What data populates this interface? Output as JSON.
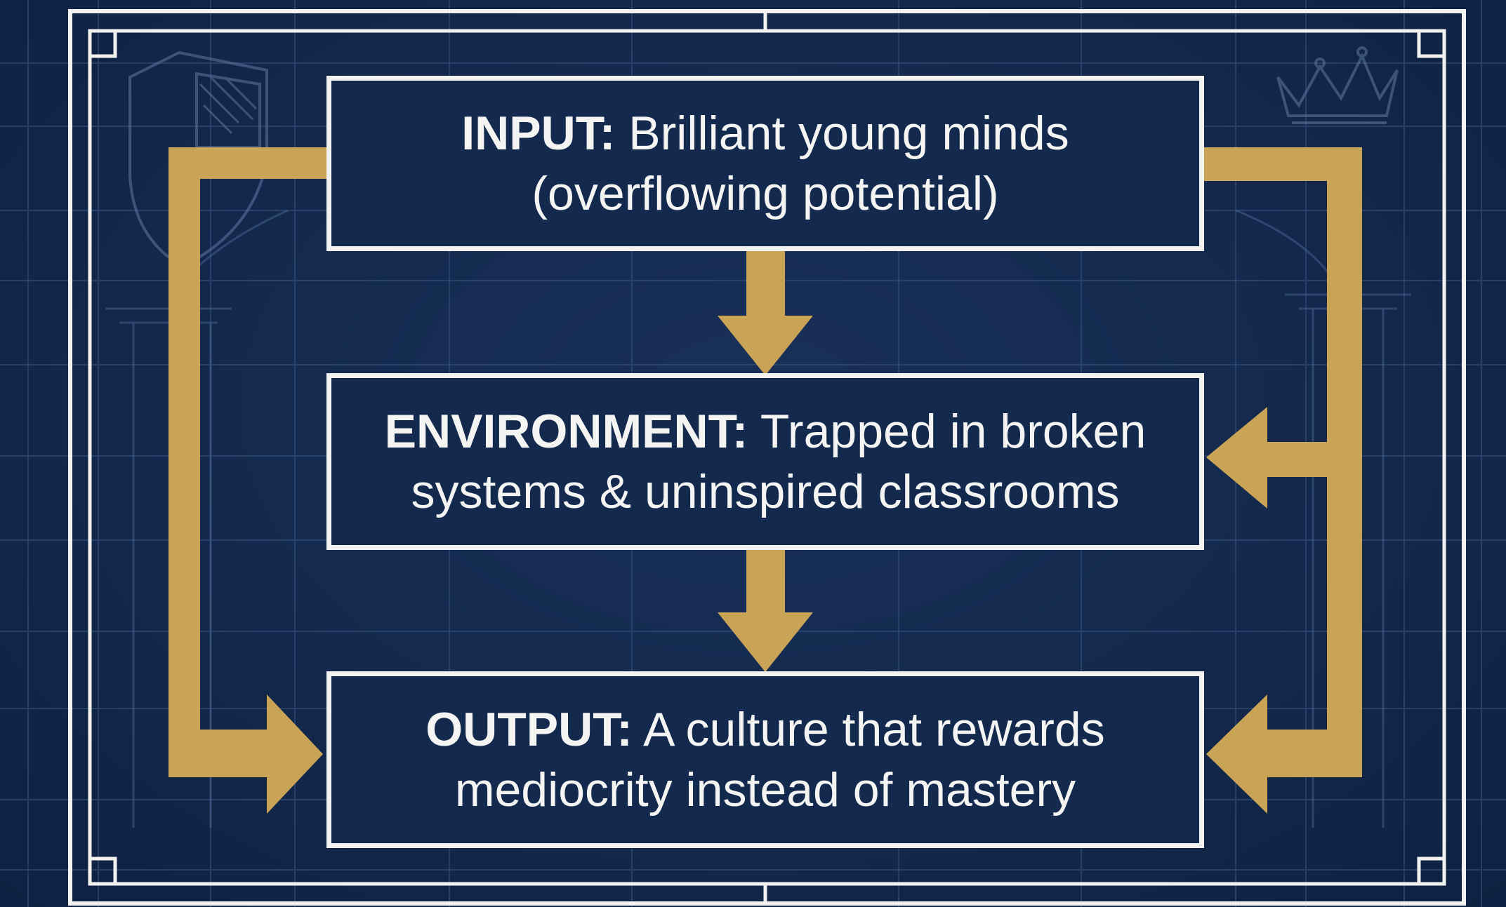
{
  "stages": [
    {
      "label": "INPUT:",
      "text_line1": "Brilliant young minds",
      "text_line2": "(overflowing potential)"
    },
    {
      "label": "ENVIRONMENT:",
      "text_line1": "Trapped in broken",
      "text_line2": "systems & uninspired classrooms"
    },
    {
      "label": "OUTPUT:",
      "text_line1": "A culture that rewards",
      "text_line2": "mediocrity instead of mastery"
    }
  ],
  "colors": {
    "background": "#132a4e",
    "accent_gold": "#c9a356",
    "box_border": "#f2f2f0",
    "text": "#f4f4f2"
  },
  "decorations": [
    "shield-icon",
    "crown-icon",
    "blueprint-grid"
  ]
}
